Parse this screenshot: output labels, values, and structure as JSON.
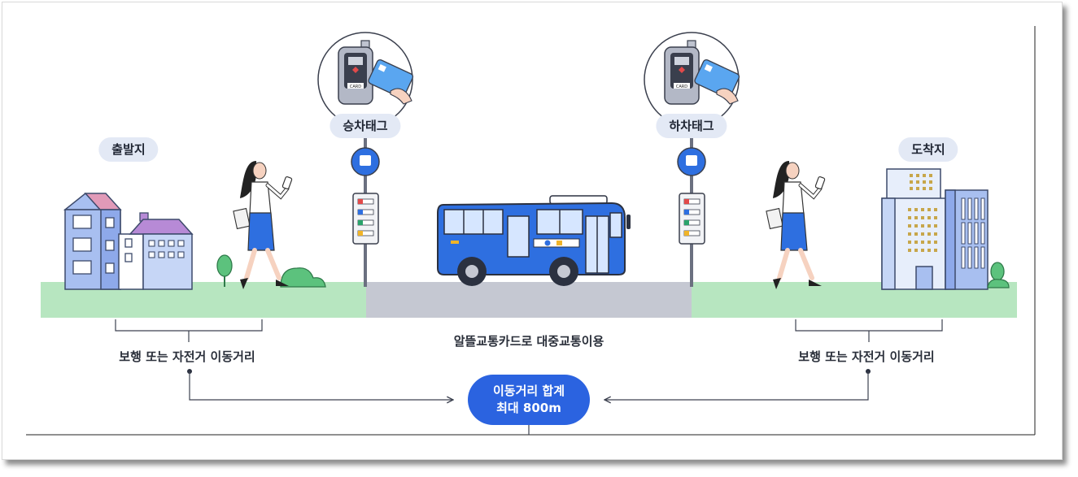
{
  "labels": {
    "origin": "출발지",
    "destination": "도착지",
    "board_tag": "승차태그",
    "alight_tag": "하차태그",
    "left_caption": "보행 또는 자전거 이동거리",
    "center_caption": "알뜰교통카드로 대중교통이용",
    "right_caption": "보행 또는 자전거 이동거리",
    "total_line1": "이동거리 합계",
    "total_line2": "최대 800m",
    "card_text": "CARD"
  },
  "colors": {
    "accent_blue": "#2b63e0",
    "bus_blue": "#2e6fe0",
    "grass": "#b7e6c0",
    "road": "#c5c8d2",
    "pill_bg": "#e3e9f5"
  }
}
